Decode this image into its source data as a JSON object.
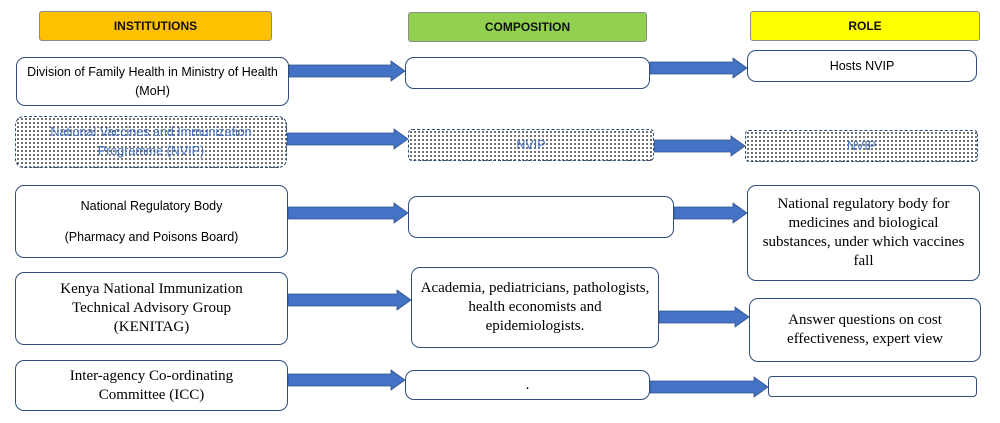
{
  "headers": {
    "institutions": "INSTITUTIONS",
    "composition": "COMPOSITION",
    "role": "ROLE"
  },
  "colors": {
    "institutions_header": "#ffc000",
    "composition_header": "#92d050",
    "role_header": "#ffff00",
    "arrow": "#4472c4",
    "arrow_border": "#2f528f",
    "nvip_text": "#4472c4"
  },
  "rows": [
    {
      "institution": "Division of Family Health in Ministry of Health (MoH)",
      "composition": "",
      "role": "Hosts NVIP"
    },
    {
      "institution": "National Vaccines and Immunization Programme (NVIP)",
      "composition": "NVIP",
      "role": "NVIP"
    },
    {
      "institution_line1": "National Regulatory Body",
      "institution_line2": "(Pharmacy and Poisons Board)",
      "composition": "",
      "role": "National regulatory body for medicines and biological substances, under which vaccines fall"
    },
    {
      "institution": "Kenya National Immunization Technical Advisory Group (KENITAG)",
      "composition": "Academia, pediatricians, pathologists, health economists and epidemiologists.",
      "role": "Answer questions on cost effectiveness, expert view"
    },
    {
      "institution": "Inter-agency Co-ordinating Committee (ICC)",
      "composition": ".",
      "role": ""
    }
  ]
}
